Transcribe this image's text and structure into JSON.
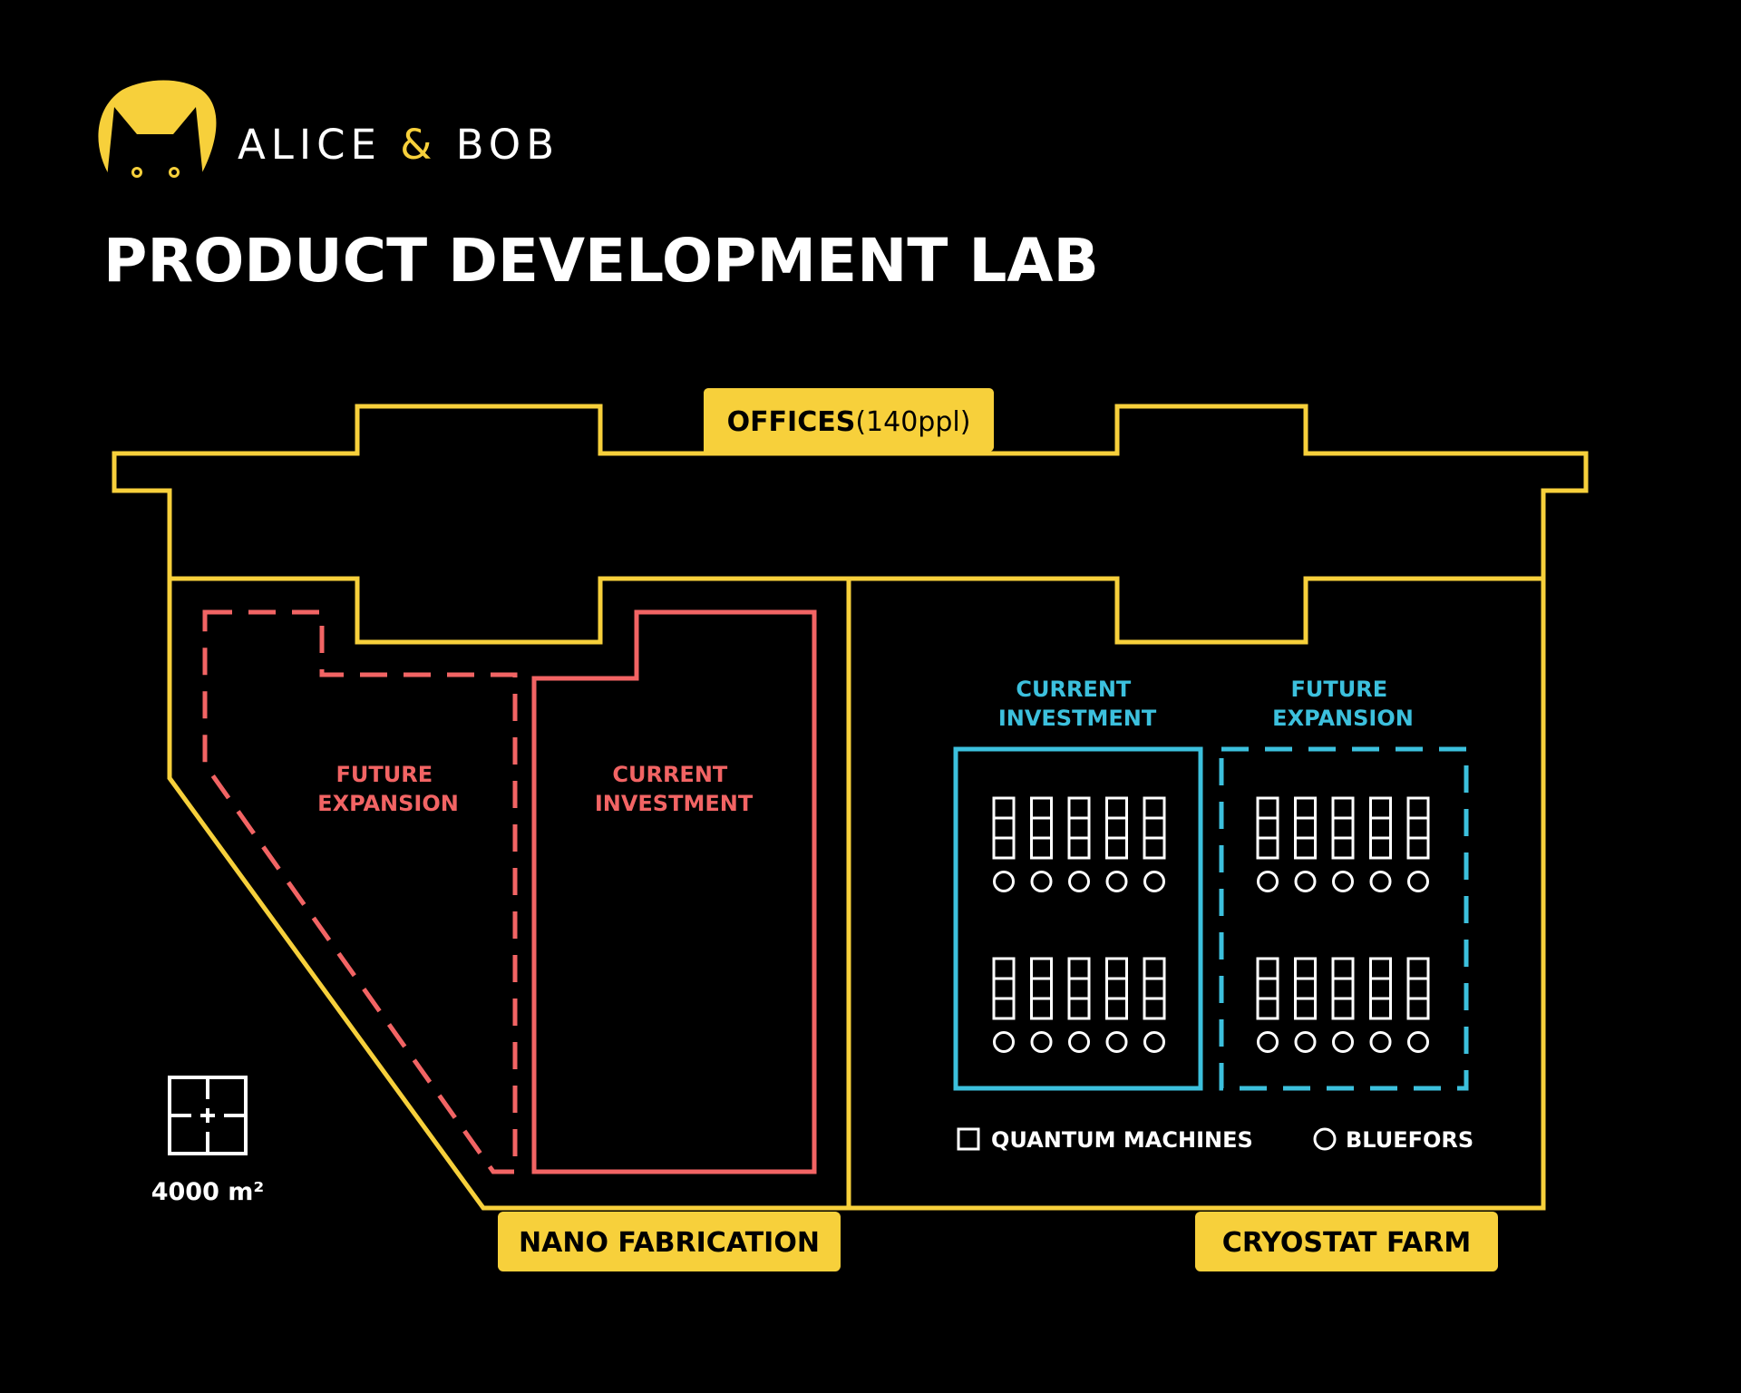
{
  "brand": {
    "name_left": "ALICE ",
    "ampersand": "&",
    "name_right": " BOB"
  },
  "title": "PRODUCT DEVELOPMENT LAB",
  "tags": {
    "offices_bold": "OFFICES",
    "offices_count": "(140ppl)",
    "nano": "NANO FABRICATION",
    "cryo": "CRYOSTAT FARM"
  },
  "zones": {
    "nano_future": [
      "FUTURE",
      "EXPANSION"
    ],
    "nano_current": [
      "CURRENT",
      "INVESTMENT"
    ],
    "cryo_current": [
      "CURRENT",
      "INVESTMENT"
    ],
    "cryo_future": [
      "FUTURE",
      "EXPANSION"
    ]
  },
  "legend": {
    "quantum": "QUANTUM MACHINES",
    "bluefors": "BLUEFORS"
  },
  "area": "4000 m²",
  "colors": {
    "background": "#000000",
    "wall": "#F7D03B",
    "nano": "#F26464",
    "cryo": "#3CC0DD",
    "text": "#FFFFFF",
    "tag_text": "#000000"
  }
}
